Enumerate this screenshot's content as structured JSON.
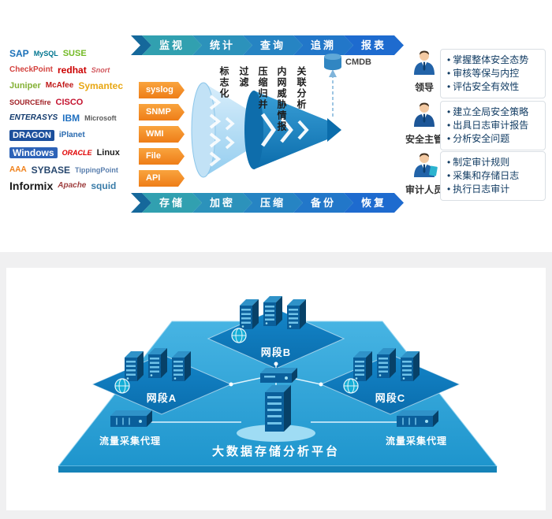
{
  "top_flow": [
    {
      "label": "监视",
      "color": "#31a0b0"
    },
    {
      "label": "统计",
      "color": "#2c92bb"
    },
    {
      "label": "查询",
      "color": "#2684c3"
    },
    {
      "label": "追溯",
      "color": "#2277c9"
    },
    {
      "label": "报表",
      "color": "#1e6bcf"
    }
  ],
  "bottom_flow": [
    {
      "label": "存储",
      "color": "#31a0b0"
    },
    {
      "label": "加密",
      "color": "#2c92bb"
    },
    {
      "label": "压缩",
      "color": "#2684c3"
    },
    {
      "label": "备份",
      "color": "#2277c9"
    },
    {
      "label": "恢复",
      "color": "#1e6bcf"
    }
  ],
  "protocols": [
    "syslog",
    "SNMP",
    "WMI",
    "File",
    "API"
  ],
  "funnel_stages": [
    "标志化",
    "过滤",
    "压缩归并",
    "内网威胁情报",
    "关联分析"
  ],
  "cmdb_label": "CMDB",
  "personas": [
    {
      "name": "领导",
      "points": [
        "掌握整体安全态势",
        "审核等保与内控",
        "评估安全有效性"
      ]
    },
    {
      "name": "安全主管",
      "points": [
        "建立全局安全策略",
        "出具日志审计报告",
        "分析安全问题"
      ]
    },
    {
      "name": "审计人员",
      "points": [
        "制定审计规则",
        "采集和存储日志",
        "执行日志审计"
      ]
    }
  ],
  "logos": [
    {
      "label": "SAP",
      "color": "#1a70b8"
    },
    {
      "label": "MySQL",
      "color": "#00758f"
    },
    {
      "label": "SUSE",
      "color": "#73ba25"
    },
    {
      "label": "CheckPoint",
      "color": "#d4423e"
    },
    {
      "label": "redhat",
      "color": "#cc0000"
    },
    {
      "label": "Snort",
      "color": "#d2585e"
    },
    {
      "label": "Juniper",
      "color": "#84b135"
    },
    {
      "label": "McAfee",
      "color": "#c01818"
    },
    {
      "label": "Symantec",
      "color": "#e8a713"
    },
    {
      "label": "SOURCEfire",
      "color": "#a01f24"
    },
    {
      "label": "CISCO",
      "color": "#c4122e"
    },
    {
      "label": "ENTERASYS",
      "color": "#123a6d"
    },
    {
      "label": "IBM",
      "color": "#1f70c1"
    },
    {
      "label": "Microsoft",
      "color": "#5b5b5b"
    },
    {
      "label": "DRAGON",
      "color": "#1c4f9c"
    },
    {
      "label": "iPlanet",
      "color": "#2a6bb0"
    },
    {
      "label": "Windows",
      "color": "#2d63b8"
    },
    {
      "label": "ORACLE",
      "color": "#e00000"
    },
    {
      "label": "Linux",
      "color": "#222222"
    },
    {
      "label": "AAA",
      "color": "#f08019"
    },
    {
      "label": "SYBASE",
      "color": "#27476e"
    },
    {
      "label": "TippingPoint",
      "color": "#5a7fae"
    },
    {
      "label": "Informix",
      "color": "#1a1a1a"
    },
    {
      "label": "Apache",
      "color": "#9f3f3f"
    },
    {
      "label": "squid",
      "color": "#3a7ca8"
    }
  ],
  "platform": {
    "title": "大数据存储分析平台",
    "segments": [
      "网段A",
      "网段B",
      "网段C"
    ],
    "agents": [
      "流量采集代理",
      "流量采集代理"
    ]
  }
}
